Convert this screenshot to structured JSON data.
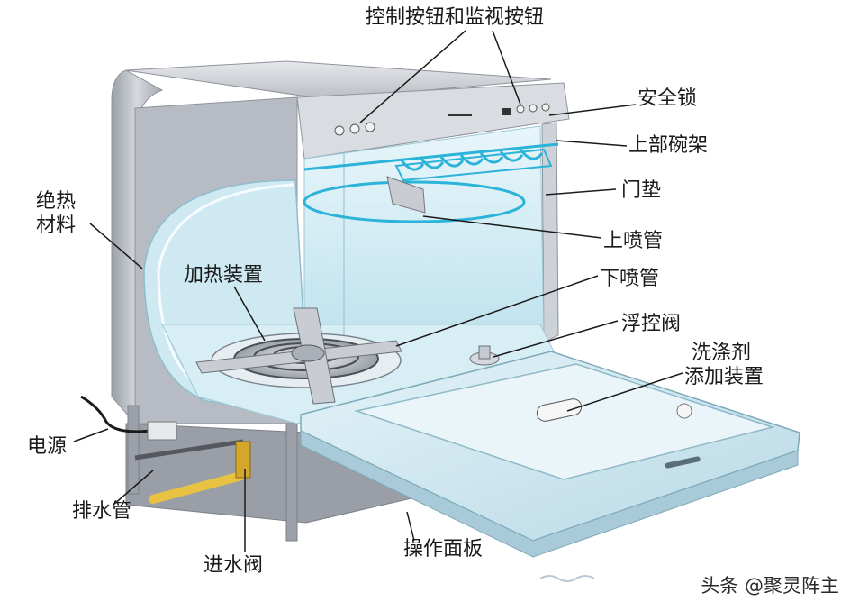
{
  "labels": {
    "controls": "控制按钮和监视按钮",
    "safety_lock": "安全锁",
    "upper_rack": "上部碗架",
    "door_seal": "门垫",
    "upper_spray": "上喷管",
    "lower_spray": "下喷管",
    "float_valve": "浮控阀",
    "detergent_line1": "洗涤剂",
    "detergent_line2": "添加装置",
    "insulation_line1": "绝热",
    "insulation_line2": "材料",
    "heater": "加热装置",
    "power": "电源",
    "drain_pipe": "排水管",
    "inlet_valve": "进水阀",
    "control_panel": "操作面板"
  },
  "watermark": "头条 @聚灵阵主",
  "colors": {
    "cabinet": "#c9ccd3",
    "cabinet_dark": "#8e939c",
    "tub": "#cfe9f2",
    "rack": "#2bb3d9",
    "pipe": "#e8c240",
    "line": "#1a1a1a"
  }
}
